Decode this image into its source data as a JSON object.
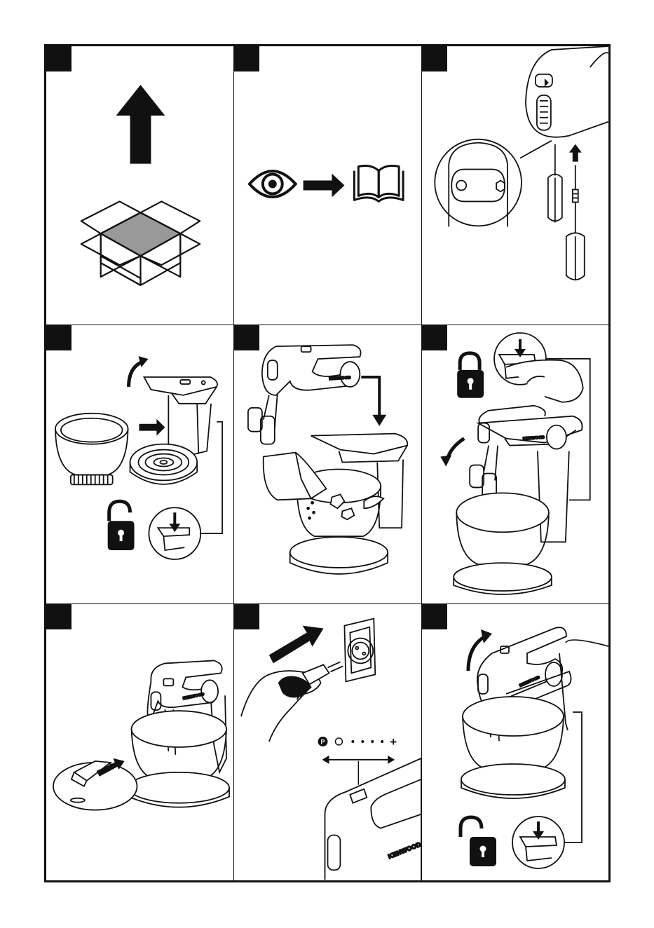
{
  "brand": "KENWOOD",
  "speed_scale": {
    "pulse": "P",
    "max": "+"
  },
  "panels": [
    {
      "id": 1,
      "content": "unpack-box"
    },
    {
      "id": 2,
      "content": "read-instructions"
    },
    {
      "id": 3,
      "content": "insert-beaters"
    },
    {
      "id": 4,
      "content": "assemble-stand-bowl"
    },
    {
      "id": 5,
      "content": "attach-mixer-add-ingredients"
    },
    {
      "id": 6,
      "content": "lock-mixer"
    },
    {
      "id": 7,
      "content": "fit-lid"
    },
    {
      "id": 8,
      "content": "plug-in-select-speed"
    },
    {
      "id": 9,
      "content": "unlock-tilt-head"
    }
  ],
  "colors": {
    "line": "#111111",
    "box_fill": "#9a9a9a",
    "background": "#ffffff"
  }
}
